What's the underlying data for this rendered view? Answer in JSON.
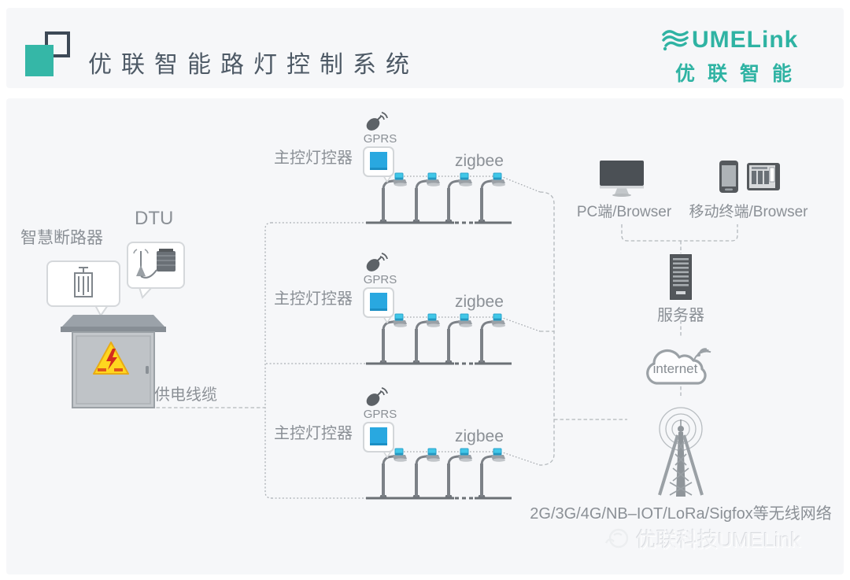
{
  "header": {
    "title": "优联智能路灯控制系统",
    "brand_wordmark": "UMELink",
    "brand_name": "优联智能"
  },
  "diagram": {
    "breaker_label": "智慧断路器",
    "dtu_label": "DTU",
    "power_cable_label": "供电线缆",
    "rows": [
      {
        "controller_label": "主控灯控器",
        "gprs_label": "GPRS",
        "zigbee_label": "zigbee"
      },
      {
        "controller_label": "主控灯控器",
        "gprs_label": "GPRS",
        "zigbee_label": "zigbee"
      },
      {
        "controller_label": "主控灯控器",
        "gprs_label": "GPRS",
        "zigbee_label": "zigbee"
      }
    ],
    "pc_label": "PC端/Browser",
    "mobile_label": "移动终端/Browser",
    "server_label": "服务器",
    "internet_label": "internet",
    "network_label": "2G/3G/4G/NB–IOT/LoRa/Sigfox等无线网络"
  },
  "watermark": "优联科技UMELink",
  "colors": {
    "brand_teal": "#2fb3a3",
    "controller_blue": "#29a8e0",
    "zigbee_node_cyan": "#41c7e8",
    "warning_yellow": "#ffd61f",
    "label_gray": "#8b9096",
    "panel_bg": "#f6f7f9"
  },
  "icons": [
    "logo-squares-icon",
    "brand-wave-icon",
    "gprs-satellite-icon",
    "street-light-icon",
    "zigbee-node-icon",
    "circuit-breaker-icon",
    "dtu-device-icon",
    "power-cabinet-icon",
    "warning-triangle-icon",
    "pc-monitor-icon",
    "phone-icon",
    "tablet-icon",
    "server-icon",
    "internet-cloud-icon",
    "wifi-signal-icon",
    "radio-tower-icon",
    "watermark-logo-icon"
  ]
}
